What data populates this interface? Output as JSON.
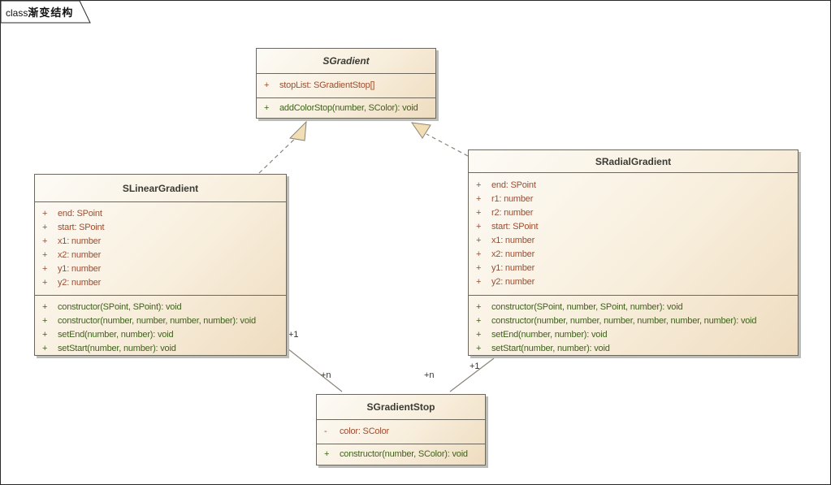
{
  "frame": {
    "label_type": "class",
    "label_name": "渐变结构"
  },
  "classes": [
    {
      "name": "SGradient",
      "abstract": true,
      "attributes": [
        {
          "vis": "+",
          "text": "stopList: SGradientStop[]"
        }
      ],
      "operations": [
        {
          "vis": "+",
          "text": "addColorStop(number, SColor): void"
        }
      ]
    },
    {
      "name": "SLinearGradient",
      "abstract": false,
      "attributes": [
        {
          "vis": "+",
          "text": "end: SPoint"
        },
        {
          "vis": "+",
          "text": "start: SPoint"
        },
        {
          "vis": "+",
          "text": "x1: number"
        },
        {
          "vis": "+",
          "text": "x2: number"
        },
        {
          "vis": "+",
          "text": "y1: number"
        },
        {
          "vis": "+",
          "text": "y2: number"
        }
      ],
      "operations": [
        {
          "vis": "+",
          "text": "constructor(SPoint, SPoint): void"
        },
        {
          "vis": "+",
          "text": "constructor(number, number, number, number): void"
        },
        {
          "vis": "+",
          "text": "setEnd(number, number): void"
        },
        {
          "vis": "+",
          "text": "setStart(number, number): void"
        }
      ]
    },
    {
      "name": "SRadialGradient",
      "abstract": false,
      "attributes": [
        {
          "vis": "+",
          "text": "end: SPoint"
        },
        {
          "vis": "+",
          "text": "r1: number"
        },
        {
          "vis": "+",
          "text": "r2: number"
        },
        {
          "vis": "+",
          "text": "start: SPoint"
        },
        {
          "vis": "+",
          "text": "x1: number"
        },
        {
          "vis": "+",
          "text": "x2: number"
        },
        {
          "vis": "+",
          "text": "y1: number"
        },
        {
          "vis": "+",
          "text": "y2: number"
        }
      ],
      "operations": [
        {
          "vis": "+",
          "text": "constructor(SPoint, number, SPoint, number): void"
        },
        {
          "vis": "+",
          "text": "constructor(number, number, number, number, number, number): void"
        },
        {
          "vis": "+",
          "text": "setEnd(number, number): void"
        },
        {
          "vis": "+",
          "text": "setStart(number, number): void"
        }
      ]
    },
    {
      "name": "SGradientStop",
      "abstract": false,
      "attributes": [
        {
          "vis": "-",
          "text": "color: SColor"
        }
      ],
      "operations": [
        {
          "vis": "+",
          "text": "constructor(number, SColor): void"
        }
      ]
    }
  ],
  "connectors": {
    "generalizations": [
      {
        "from": "SLinearGradient",
        "to": "SGradient"
      },
      {
        "from": "SRadialGradient",
        "to": "SGradient"
      }
    ],
    "associations": [
      {
        "from": "SLinearGradient",
        "to": "SGradientStop",
        "from_label": "+1",
        "to_label": "+n"
      },
      {
        "from": "SRadialGradient",
        "to": "SGradientStop",
        "from_label": "+1",
        "to_label": "+n"
      }
    ]
  },
  "colors": {
    "box_fill_light": "#fdfbf6",
    "box_fill_dark": "#eedcbf",
    "box_border": "#6d685d",
    "attribute_text": "#9c4d31",
    "operation_text": "#3f611c",
    "title_text": "#3b3b35",
    "connector_line": "#8a8478",
    "arrowhead_fill": "#f2deb4"
  }
}
